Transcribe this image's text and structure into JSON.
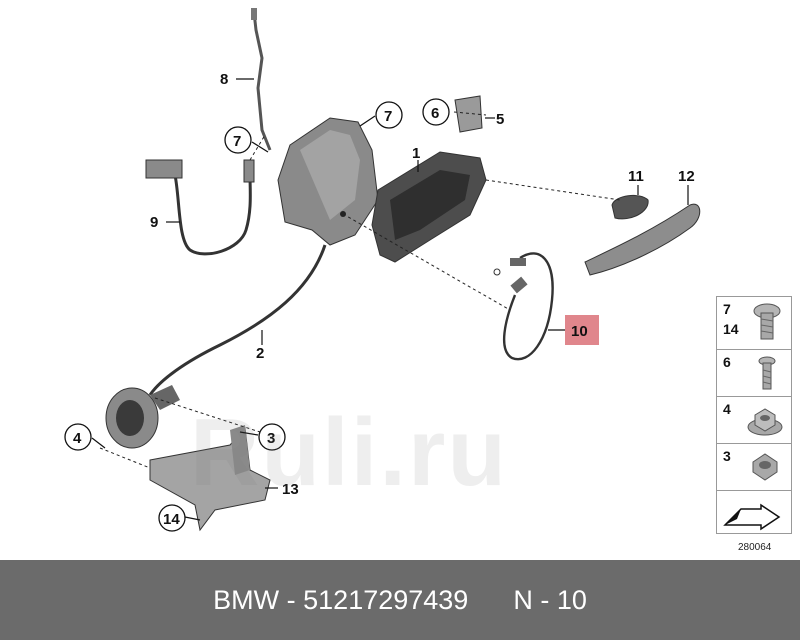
{
  "watermark": "Ruli.ru",
  "callouts": {
    "c1": "1",
    "c2": "2",
    "c3": "3",
    "c4": "4",
    "c5": "5",
    "c6": "6",
    "c7a": "7",
    "c7b": "7",
    "c8": "8",
    "c9": "9",
    "c10": "10",
    "c11": "11",
    "c12": "12",
    "c13": "13",
    "c14": "14"
  },
  "legend": {
    "row1_top": "7",
    "row1_bottom": "14",
    "row2": "6",
    "row3": "4",
    "row4": "3"
  },
  "diagram_code": "280064",
  "footer": {
    "brand": "BMW",
    "sep1": "-",
    "part_number": "51217297439",
    "position_label": "N - 10"
  },
  "colors": {
    "highlight": "#e0868c",
    "footer_bg": "#6b6b6b"
  }
}
